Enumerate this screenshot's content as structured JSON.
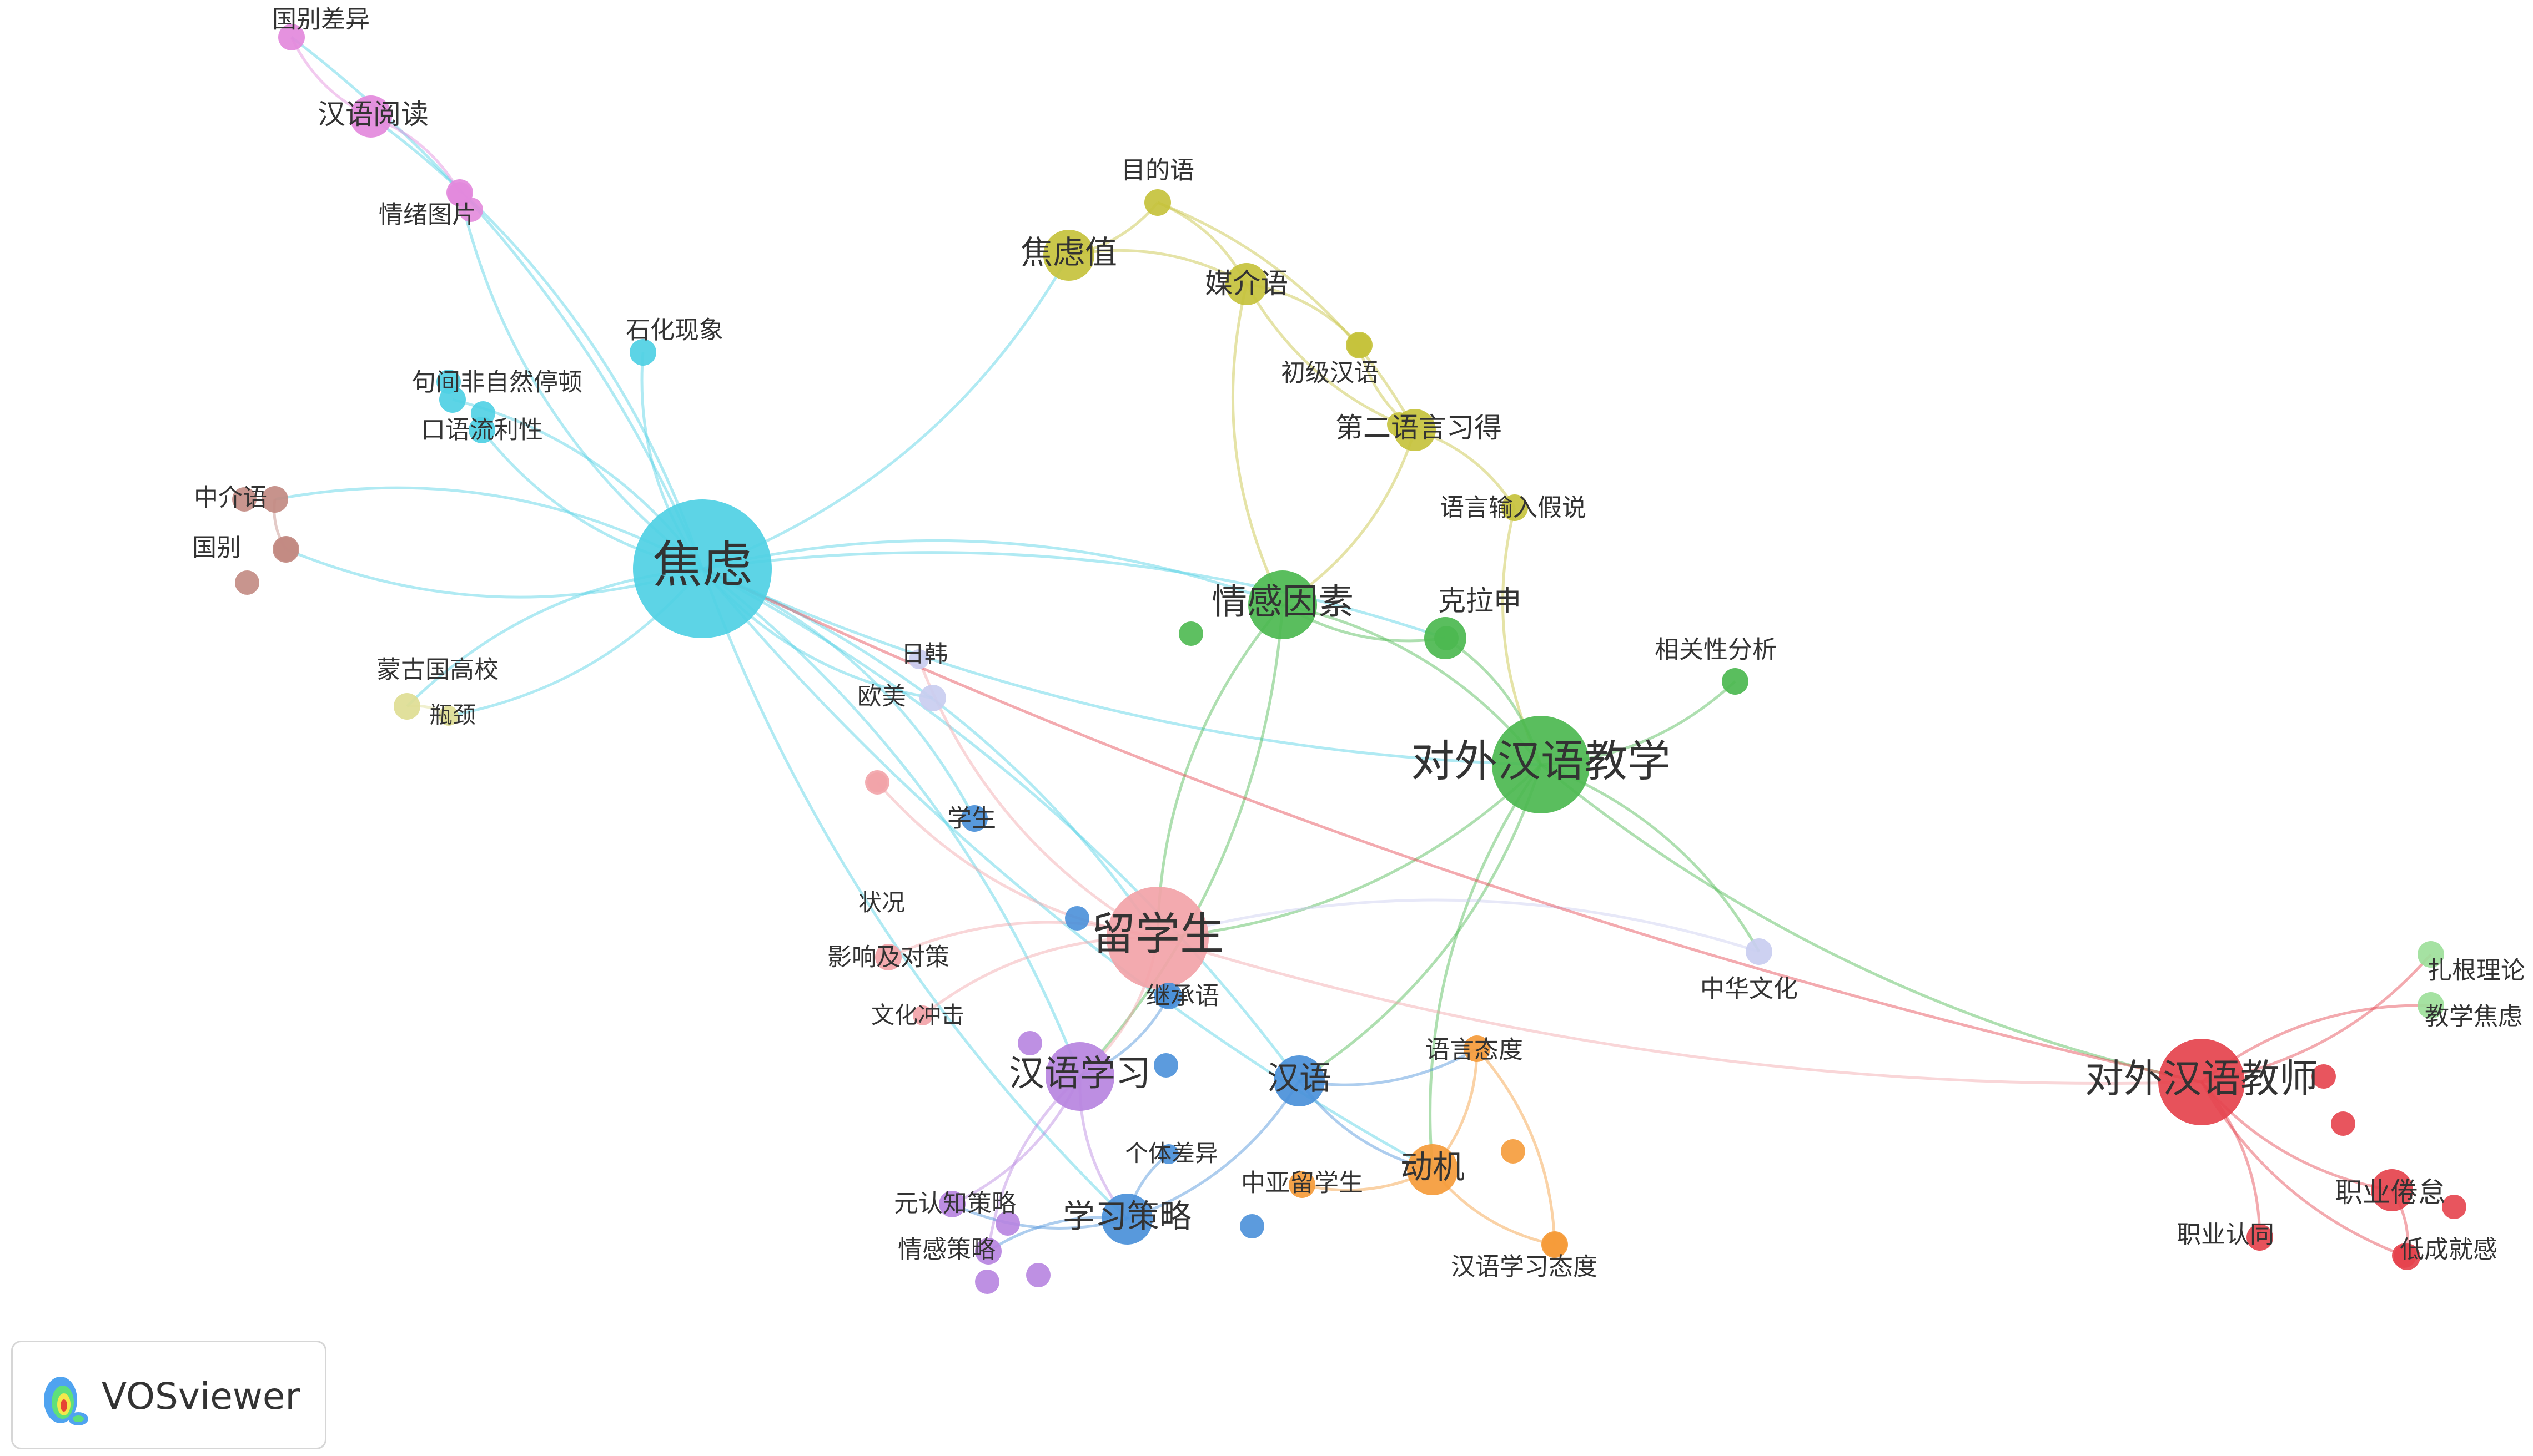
{
  "nodes": [
    {
      "id": "jiaolv",
      "label": "焦虑",
      "cluster": "cyan",
      "weight": 10
    },
    {
      "id": "liuxuesheng",
      "label": "留学生",
      "cluster": "pink",
      "weight": 8
    },
    {
      "id": "duiwaihanyujiaoxue",
      "label": "对外汉语教学",
      "cluster": "green",
      "weight": 7
    },
    {
      "id": "duiwaihanyujiaoshi",
      "label": "对外汉语教师",
      "cluster": "red",
      "weight": 6
    },
    {
      "id": "qingganyinsu",
      "label": "情感因素",
      "cluster": "green",
      "weight": 5
    },
    {
      "id": "hanyuxuexi",
      "label": "汉语学习",
      "cluster": "purple",
      "weight": 5
    },
    {
      "id": "xuexicelue",
      "label": "学习策略",
      "cluster": "blue",
      "weight": 4
    },
    {
      "id": "hanyu",
      "label": "汉语",
      "cluster": "blue",
      "weight": 4
    },
    {
      "id": "dongji",
      "label": "动机",
      "cluster": "orange",
      "weight": 4
    },
    {
      "id": "jiaolvzhi",
      "label": "焦虑值",
      "cluster": "olive",
      "weight": 4
    },
    {
      "id": "meijieyu",
      "label": "媒介语",
      "cluster": "olive",
      "weight": 3
    },
    {
      "id": "mudiyu",
      "label": "目的语",
      "cluster": "olive",
      "weight": 2
    },
    {
      "id": "chujihanyu",
      "label": "初级汉语",
      "cluster": "olive",
      "weight": 2
    },
    {
      "id": "dieryuyanxide",
      "label": "第二语言习得",
      "cluster": "olive",
      "weight": 3
    },
    {
      "id": "yuyanshuru",
      "label": "语言输入假说",
      "cluster": "olive",
      "weight": 2
    },
    {
      "id": "kelashen",
      "label": "克拉申",
      "cluster": "green",
      "weight": 3
    },
    {
      "id": "xiangguanxing",
      "label": "相关性分析",
      "cluster": "green",
      "weight": 2
    },
    {
      "id": "guobiechayi",
      "label": "国别差异",
      "cluster": "magenta",
      "weight": 2
    },
    {
      "id": "hanyuyuedu",
      "label": "汉语阅读",
      "cluster": "magenta",
      "weight": 3
    },
    {
      "id": "qingxutupian",
      "label": "情绪图片",
      "cluster": "magenta",
      "weight": 2
    },
    {
      "id": "shihuaxianxiang",
      "label": "石化现象",
      "cluster": "cyan",
      "weight": 2
    },
    {
      "id": "juujianfeiziran",
      "label": "句间非自然停顿",
      "cluster": "cyan",
      "weight": 2
    },
    {
      "id": "kouyuliulixing",
      "label": "口语流利性",
      "cluster": "cyan",
      "weight": 2
    },
    {
      "id": "zhongjieyu",
      "label": "中介语",
      "cluster": "brown",
      "weight": 2
    },
    {
      "id": "guobie",
      "label": "国别",
      "cluster": "brown",
      "weight": 2
    },
    {
      "id": "menggu",
      "label": "蒙古国高校",
      "cluster": "khaki",
      "weight": 2
    },
    {
      "id": "pingjing",
      "label": "瓶颈",
      "cluster": "khaki",
      "weight": 1
    },
    {
      "id": "rihan",
      "label": "日韩",
      "cluster": "lavender",
      "weight": 1
    },
    {
      "id": "oumei",
      "label": "欧美",
      "cluster": "lavender",
      "weight": 2
    },
    {
      "id": "xuesheng",
      "label": "学生",
      "cluster": "blue",
      "weight": 2
    },
    {
      "id": "zhuangkuang",
      "label": "状况",
      "cluster": "pink",
      "weight": 1
    },
    {
      "id": "yingxiang",
      "label": "影响及对策",
      "cluster": "pink",
      "weight": 2
    },
    {
      "id": "wenhuachongji",
      "label": "文化冲击",
      "cluster": "pink",
      "weight": 1
    },
    {
      "id": "jichengyu",
      "label": "继承语",
      "cluster": "blue",
      "weight": 2
    },
    {
      "id": "getichayi",
      "label": "个体差异",
      "cluster": "blue",
      "weight": 1
    },
    {
      "id": "yuanrenzhi",
      "label": "元认知策略",
      "cluster": "purple",
      "weight": 2
    },
    {
      "id": "qinggancelue",
      "label": "情感策略",
      "cluster": "purple",
      "weight": 2
    },
    {
      "id": "yuyantaidu",
      "label": "语言态度",
      "cluster": "orange",
      "weight": 2
    },
    {
      "id": "zhongyaliuxuesheng",
      "label": "中亚留学生",
      "cluster": "orange",
      "weight": 2
    },
    {
      "id": "hanyuxuexitaidu",
      "label": "汉语学习态度",
      "cluster": "orange",
      "weight": 2
    },
    {
      "id": "zhonghuawenhua",
      "label": "中华文化",
      "cluster": "lavender",
      "weight": 2
    },
    {
      "id": "zhagenlilun",
      "label": "扎根理论",
      "cluster": "lightgreen",
      "weight": 2
    },
    {
      "id": "jiaoxuejiaolv",
      "label": "教学焦虑",
      "cluster": "lightgreen",
      "weight": 2
    },
    {
      "id": "zhiyejuandai",
      "label": "职业倦怠",
      "cluster": "red",
      "weight": 3
    },
    {
      "id": "zhiyerentong",
      "label": "职业认同",
      "cluster": "red",
      "weight": 2
    },
    {
      "id": "dichengjiugan",
      "label": "低成就感",
      "cluster": "red",
      "weight": 2
    }
  ],
  "colors": {
    "cyan": "#4fd0e4",
    "pink": "#f2a3a8",
    "green": "#4cb950",
    "red": "#e5434d",
    "purple": "#b784e0",
    "blue": "#4a90d9",
    "orange": "#f59b3a",
    "olive": "#c5c23c",
    "magenta": "#e389dc",
    "brown": "#c28a82",
    "khaki": "#dedd94",
    "lavender": "#c9cdf0",
    "lightgreen": "#9de09a"
  },
  "logo": {
    "icon": "vosviewer-heatmap-icon",
    "text": "VOSviewer"
  }
}
